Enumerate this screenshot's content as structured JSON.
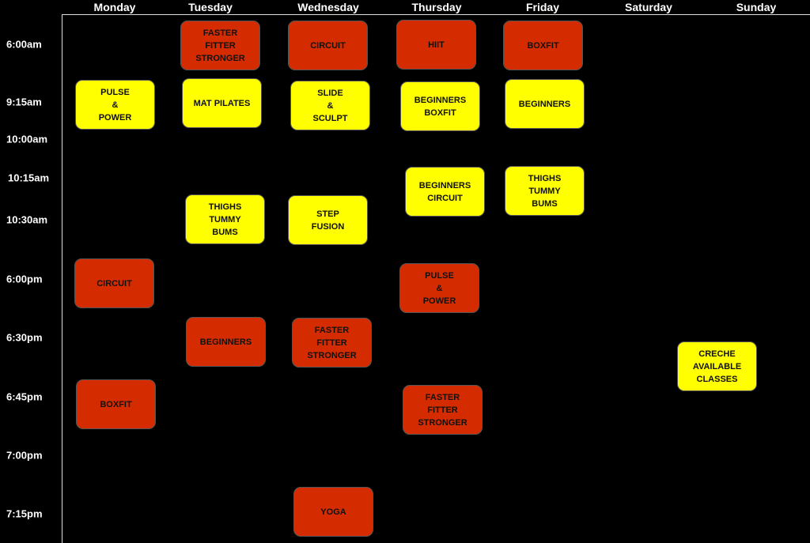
{
  "days": [
    "Monday",
    "Tuesday",
    "Wednesday",
    "Thursday",
    "Friday",
    "Saturday",
    "Sunday"
  ],
  "times": [
    "6:00am",
    "9:15am",
    "10:00am",
    "10:15am",
    "10:30am",
    "6:00pm",
    "6:30pm",
    "6:45pm",
    "7:00pm",
    "7:15pm"
  ],
  "colors": {
    "red": "#d42c00",
    "yellow": "#ffff00"
  },
  "classes": [
    {
      "day": "Tuesday",
      "time": "6:00am",
      "label": "FASTER\nFITTER\nSTRONGER",
      "color": "red"
    },
    {
      "day": "Wednesday",
      "time": "6:00am",
      "label": "CIRCUIT",
      "color": "red"
    },
    {
      "day": "Thursday",
      "time": "6:00am",
      "label": "HIIT",
      "color": "red"
    },
    {
      "day": "Friday",
      "time": "6:00am",
      "label": "BOXFIT",
      "color": "red"
    },
    {
      "day": "Monday",
      "time": "9:15am",
      "label": "PULSE\n&\nPOWER",
      "color": "yellow"
    },
    {
      "day": "Tuesday",
      "time": "9:15am",
      "label": "MAT PILATES",
      "color": "yellow"
    },
    {
      "day": "Wednesday",
      "time": "9:15am",
      "label": "SLIDE\n&\nSCULPT",
      "color": "yellow"
    },
    {
      "day": "Thursday",
      "time": "9:15am",
      "label": "BEGINNERS\nBOXFIT",
      "color": "yellow"
    },
    {
      "day": "Friday",
      "time": "9:15am",
      "label": "BEGINNERS",
      "color": "yellow"
    },
    {
      "day": "Thursday",
      "time": "10:15am",
      "label": "BEGINNERS\nCIRCUIT",
      "color": "yellow"
    },
    {
      "day": "Friday",
      "time": "10:15am",
      "label": "THIGHS\nTUMMY\nBUMS",
      "color": "yellow"
    },
    {
      "day": "Tuesday",
      "time": "10:30am",
      "label": "THIGHS\nTUMMY\nBUMS",
      "color": "yellow"
    },
    {
      "day": "Wednesday",
      "time": "10:30am",
      "label": "STEP\nFUSION",
      "color": "yellow"
    },
    {
      "day": "Monday",
      "time": "6:00pm",
      "label": "CIRCUIT",
      "color": "red"
    },
    {
      "day": "Thursday",
      "time": "6:00pm",
      "label": "PULSE\n&\nPOWER",
      "color": "red"
    },
    {
      "day": "Tuesday",
      "time": "6:30pm",
      "label": "BEGINNERS",
      "color": "red"
    },
    {
      "day": "Wednesday",
      "time": "6:30pm",
      "label": "FASTER\nFITTER\nSTRONGER",
      "color": "red"
    },
    {
      "day": "Sunday",
      "time": "6:30pm",
      "label": "CRECHE\nAVAILABLE\nCLASSES",
      "color": "yellow"
    },
    {
      "day": "Monday",
      "time": "6:45pm",
      "label": "BOXFIT",
      "color": "red"
    },
    {
      "day": "Thursday",
      "time": "6:45pm",
      "label": "FASTER\nFITTER\nSTRONGER",
      "color": "red"
    },
    {
      "day": "Wednesday",
      "time": "7:15pm",
      "label": "YOGA",
      "color": "red"
    }
  ]
}
